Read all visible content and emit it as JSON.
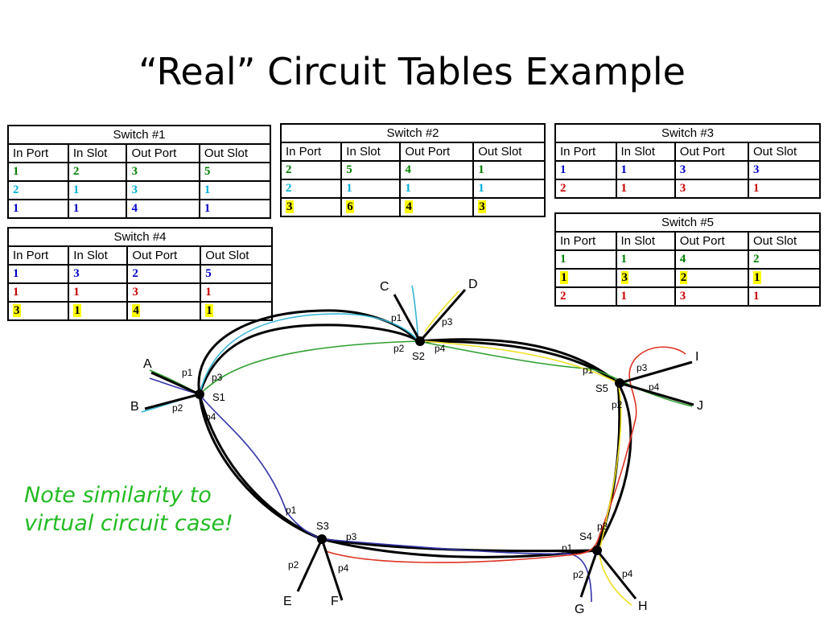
{
  "title": "“Real” Circuit Tables Example",
  "note": "Note similarity to virtual circuit case!",
  "colors": {
    "green": "#008000",
    "cyan": "#00b0d8",
    "blue": "#0000cc",
    "red": "#cc0000",
    "highlight": "#ffff00",
    "note": "#22bb22"
  },
  "columns": [
    "In Port",
    "In Slot",
    "Out Port",
    "Out Slot"
  ],
  "tables": {
    "switch1": {
      "title": "Switch #1",
      "rows": [
        {
          "color": "green",
          "highlight": false,
          "cells": [
            "1",
            "2",
            "3",
            "5"
          ]
        },
        {
          "color": "cyan",
          "highlight": false,
          "cells": [
            "2",
            "1",
            "3",
            "1"
          ]
        },
        {
          "color": "blue",
          "highlight": false,
          "cells": [
            "1",
            "1",
            "4",
            "1"
          ]
        }
      ]
    },
    "switch2": {
      "title": "Switch #2",
      "rows": [
        {
          "color": "green",
          "highlight": false,
          "cells": [
            "2",
            "5",
            "4",
            "1"
          ]
        },
        {
          "color": "cyan",
          "highlight": false,
          "cells": [
            "2",
            "1",
            "1",
            "1"
          ]
        },
        {
          "color": "black",
          "highlight": true,
          "cells": [
            "3",
            "6",
            "4",
            "3"
          ]
        }
      ]
    },
    "switch3": {
      "title": "Switch #3",
      "rows": [
        {
          "color": "blue",
          "highlight": false,
          "cells": [
            "1",
            "1",
            "3",
            "3"
          ]
        },
        {
          "color": "red",
          "highlight": false,
          "cells": [
            "2",
            "1",
            "3",
            "1"
          ]
        }
      ]
    },
    "switch4": {
      "title": "Switch #4",
      "rows": [
        {
          "color": "blue",
          "highlight": false,
          "cells": [
            "1",
            "3",
            "2",
            "5"
          ]
        },
        {
          "color": "red",
          "highlight": false,
          "cells": [
            "1",
            "1",
            "3",
            "1"
          ]
        },
        {
          "color": "black",
          "highlight": true,
          "cells": [
            "3",
            "1",
            "4",
            "1"
          ]
        }
      ]
    },
    "switch5": {
      "title": "Switch #5",
      "rows": [
        {
          "color": "green",
          "highlight": false,
          "cells": [
            "1",
            "1",
            "4",
            "2"
          ]
        },
        {
          "color": "black",
          "highlight": true,
          "cells": [
            "1",
            "3",
            "2",
            "1"
          ]
        },
        {
          "color": "red",
          "highlight": false,
          "cells": [
            "2",
            "1",
            "3",
            "1"
          ]
        }
      ]
    }
  },
  "diagram": {
    "switches": [
      "S1",
      "S2",
      "S3",
      "S4",
      "S5"
    ],
    "hosts": [
      "A",
      "B",
      "C",
      "D",
      "E",
      "F",
      "G",
      "H",
      "I",
      "J"
    ],
    "port_labels": {
      "s1": [
        "p1",
        "p2",
        "p3",
        "p4"
      ],
      "s2": [
        "p1",
        "p2",
        "p3",
        "p4"
      ],
      "s3": [
        "p1",
        "p2",
        "p3",
        "p4"
      ],
      "s4": [
        "p1",
        "p2",
        "p3",
        "p4"
      ],
      "s5": [
        "p1",
        "p2",
        "p3",
        "p4"
      ]
    }
  }
}
